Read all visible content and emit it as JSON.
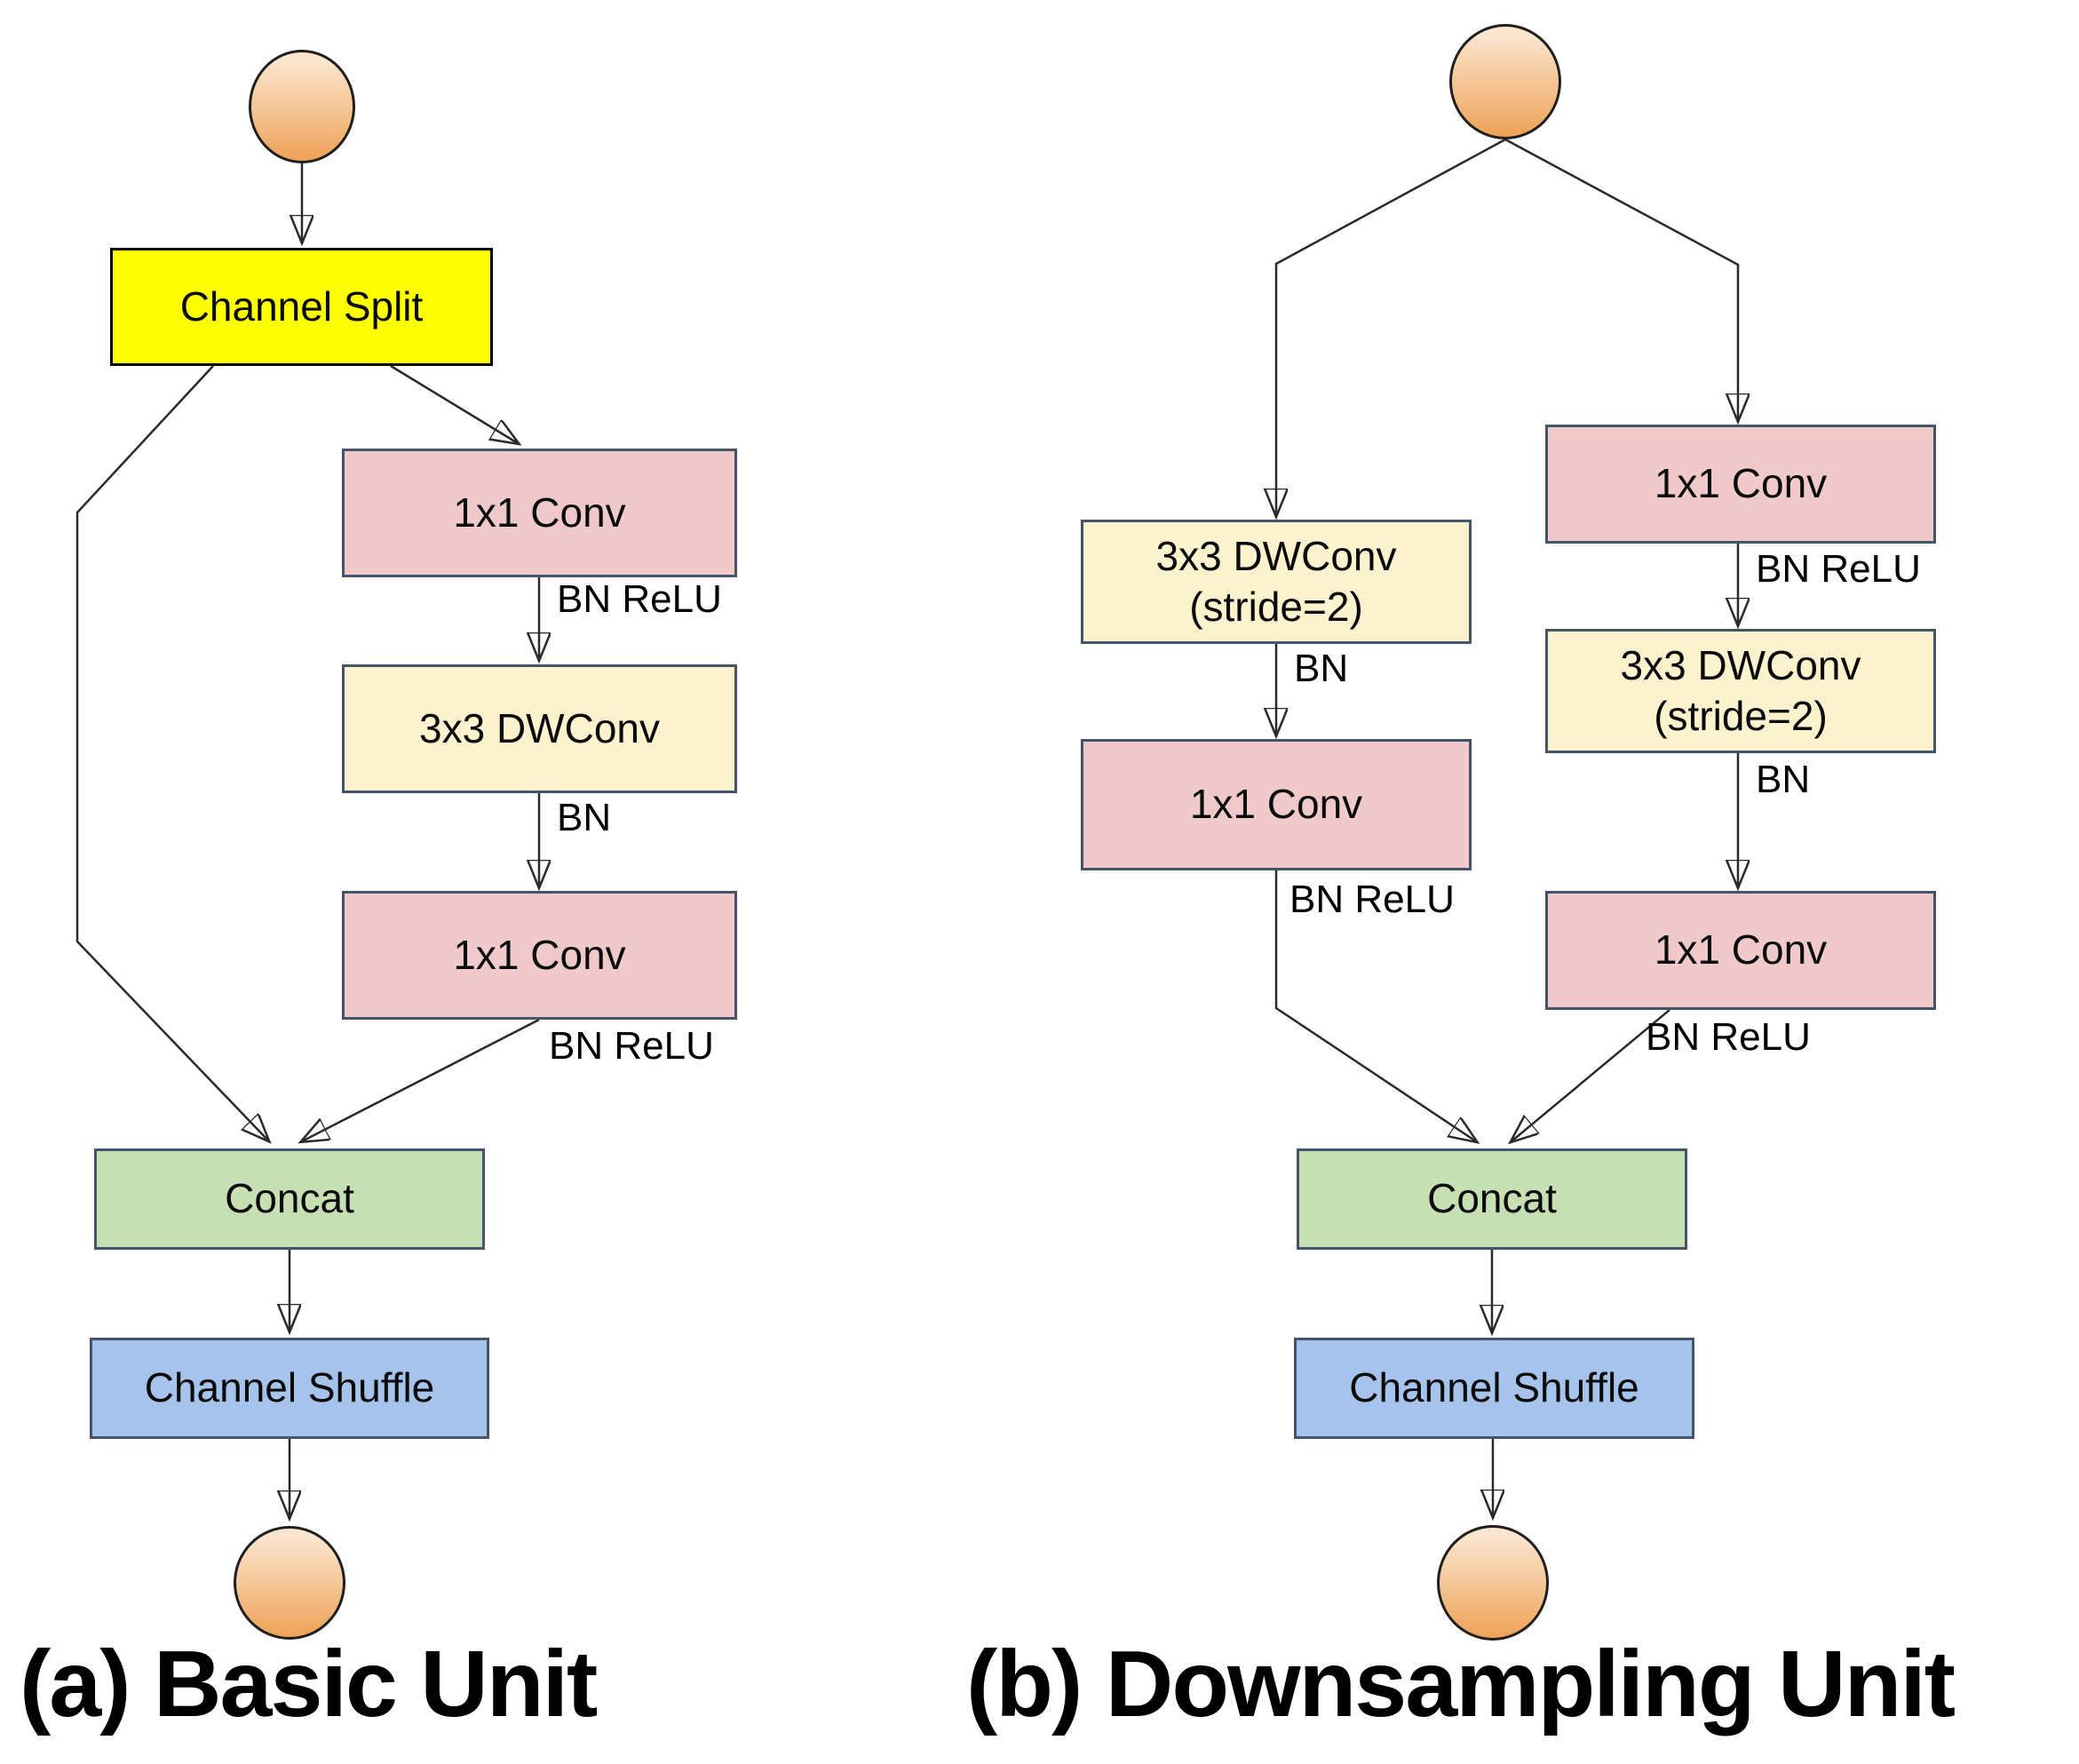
{
  "figure": {
    "type": "network-block-diagram"
  },
  "a": {
    "caption": "(a) Basic Unit",
    "nodes": {
      "split": {
        "label": "Channel Split"
      },
      "conv1": {
        "label": "1x1 Conv"
      },
      "dw": {
        "label": "3x3 DWConv"
      },
      "conv2": {
        "label": "1x1 Conv"
      },
      "concat": {
        "label": "Concat"
      },
      "shuffle": {
        "label": "Channel Shuffle"
      }
    },
    "labels": {
      "bnrelu1": "BN ReLU",
      "bn1": "BN",
      "bnrelu2": "BN ReLU"
    }
  },
  "b": {
    "caption": "(b) Downsampling Unit",
    "nodes": {
      "dw_l": {
        "label": "3x3 DWConv",
        "sub": "(stride=2)"
      },
      "conv_l": {
        "label": "1x1 Conv"
      },
      "conv_r1": {
        "label": "1x1 Conv"
      },
      "dw_r": {
        "label": "3x3 DWConv",
        "sub": "(stride=2)"
      },
      "conv_r2": {
        "label": "1x1 Conv"
      },
      "concat": {
        "label": "Concat"
      },
      "shuffle": {
        "label": "Channel Shuffle"
      }
    },
    "labels": {
      "bn_l": "BN",
      "bnrelu_l": "BN ReLU",
      "bnrelu_r1": "BN ReLU",
      "bn_r": "BN",
      "bnrelu_r2": "BN ReLU"
    }
  },
  "colors": {
    "split_fill": "#FFFF00",
    "conv_fill": "#F0CACA",
    "dwconv_fill": "#FDF2CE",
    "concat_fill": "#C6E0B4",
    "shuffle_fill": "#A6C3EC",
    "box_border": "#44546A",
    "node_fill_top": "#FBE5CE",
    "node_fill_bottom": "#EEA257"
  }
}
